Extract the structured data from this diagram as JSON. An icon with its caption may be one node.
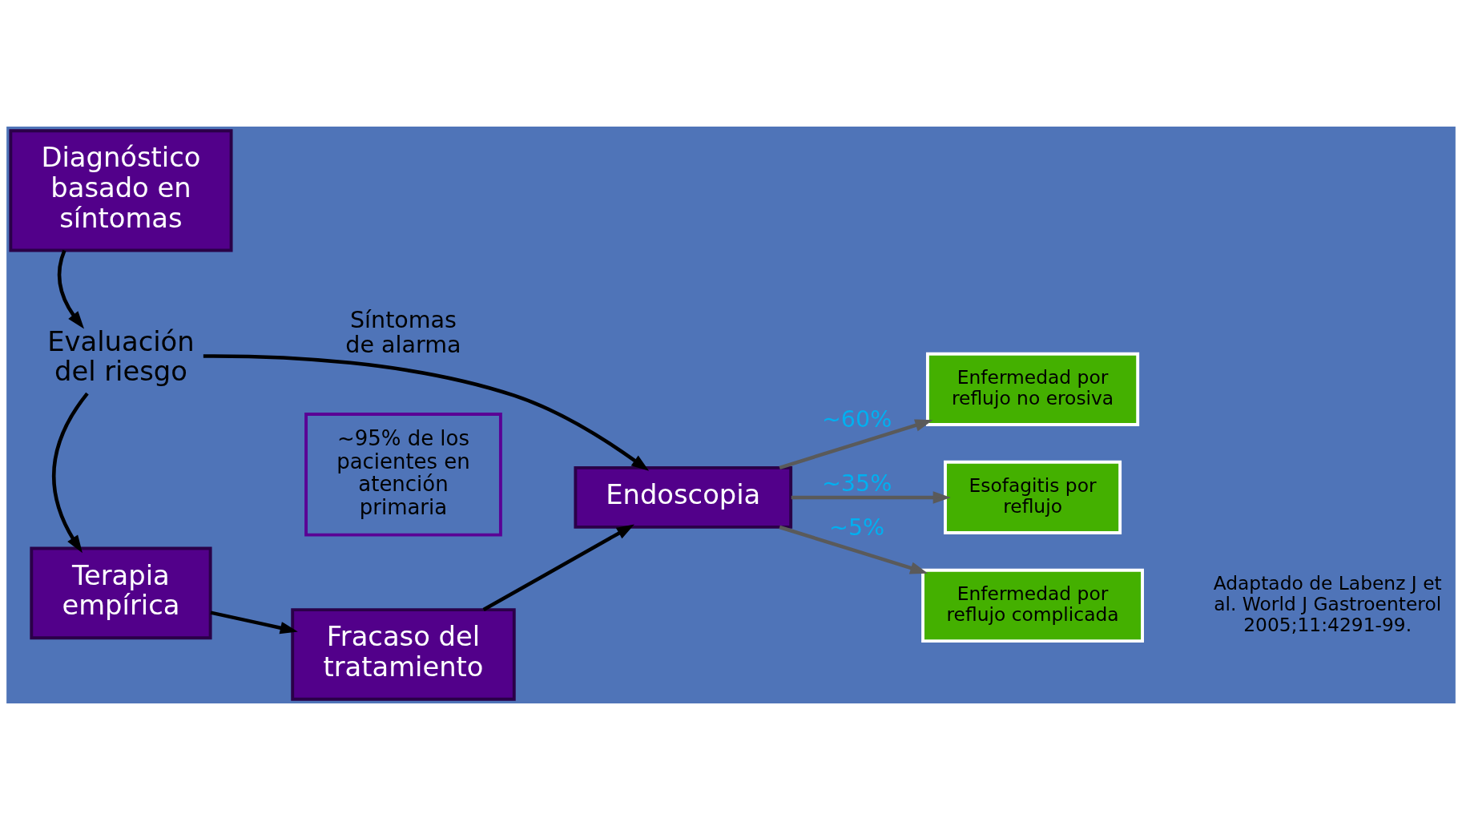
{
  "diagram": {
    "nodes": [
      {
        "text": [
          "Diagnóstico basado en síntomas"
        ]
      },
      {
        "text": [
          "Evaluación del riesgo"
        ]
      },
      {
        "text": [
          "Endoscopia"
        ]
      },
      {
        "text": [
          "~95% de los pacientes en atención primaria"
        ]
      },
      {
        "text": [
          "Terapia empírica"
        ]
      },
      {
        "text": [
          "Fracaso del tratamiento"
        ]
      },
      {
        "text": [
          "Enfermedad por reflujo no erosiva"
        ]
      },
      {
        "text": [
          "Esofagitis por reflujo"
        ]
      },
      {
        "text": [
          "Enfermedad por reflujo complicada"
        ]
      }
    ],
    "edges": [
      {
        "from": 0,
        "to": 1,
        "arrow": "to"
      },
      {
        "from": 1,
        "to": 2,
        "arrow": "to",
        "label": "Síntomas de alarma"
      },
      {
        "from": 1,
        "to": 4,
        "arrow": "to"
      },
      {
        "from": 4,
        "to": 5,
        "arrow": "to"
      },
      {
        "from": 5,
        "to": 2,
        "arrow": "to"
      },
      {
        "from": 2,
        "to": 6,
        "arrow": "to",
        "label": "~60%",
        "color": "#5a5a5a"
      },
      {
        "from": 2,
        "to": 7,
        "arrow": "to",
        "label": "~35%",
        "color": "#5a5a5a"
      },
      {
        "from": 2,
        "to": 8,
        "arrow": "to",
        "label": "~5%",
        "color": "#5a5a5a"
      }
    ],
    "labels": [
      "Adaptado de Labenz J et al. World J Gastroenterol 2005;11:4291-99."
    ]
  }
}
